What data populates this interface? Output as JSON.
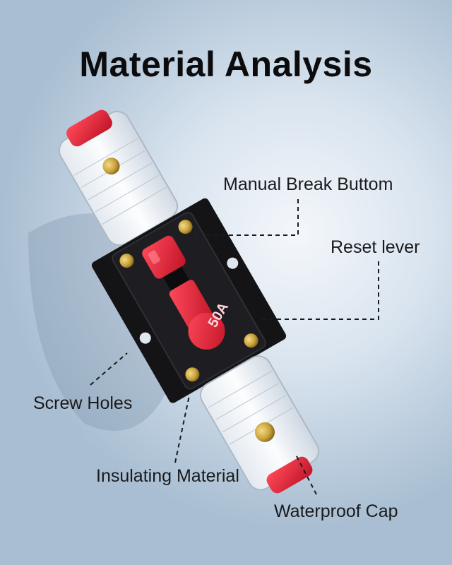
{
  "title": "Material Analysis",
  "labels": {
    "manual_break": "Manual Break Buttom",
    "reset_lever": "Reset lever",
    "screw_holes": "Screw Holes",
    "insulating": "Insulating Material",
    "waterproof": "Waterproof Cap",
    "rating": "50A"
  },
  "colors": {
    "accent_red": "#e0283c",
    "base_black": "#141416",
    "brass": "#c9a23a"
  }
}
